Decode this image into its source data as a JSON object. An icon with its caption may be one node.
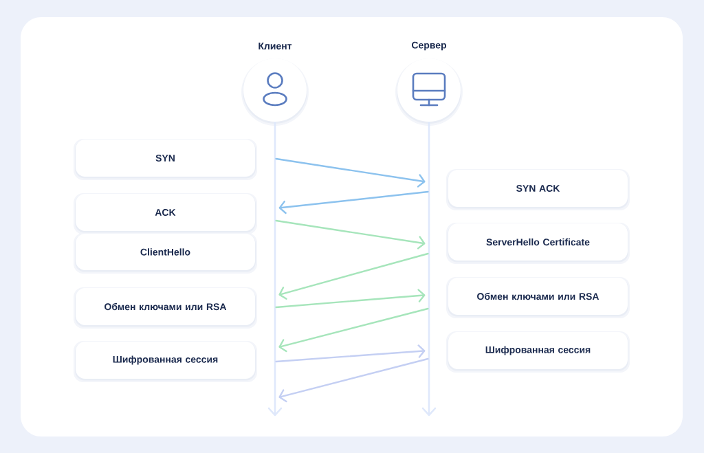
{
  "diagram": {
    "nodes": [
      {
        "text": [
          "Клиент"
        ]
      },
      {
        "text": [
          "Сервер"
        ]
      },
      {
        "text": [],
        "shape": "line"
      },
      {
        "text": [],
        "shape": "line"
      },
      {
        "text": [
          "SYN"
        ]
      },
      {
        "text": [
          "SYN ACK"
        ]
      },
      {
        "text": [
          "ACK"
        ]
      },
      {
        "text": [
          "ServerHello Certificate"
        ]
      },
      {
        "text": [
          "ClientHello"
        ]
      },
      {
        "text": [
          "Обмен ключами или RSA"
        ]
      },
      {
        "text": [
          "Обмен ключами или RSA"
        ]
      },
      {
        "text": [
          "Шифрованная сессия"
        ]
      },
      {
        "text": [
          "Шифрованная сессия"
        ]
      }
    ],
    "edges": [
      {
        "from": 2,
        "to": 3,
        "arrow": "to",
        "color": "#8cc2ee"
      },
      {
        "from": 3,
        "to": 2,
        "arrow": "to",
        "color": "#8cc2ee"
      },
      {
        "from": 2,
        "to": 3,
        "arrow": "to"
      },
      {
        "from": 3,
        "to": 2,
        "arrow": "to"
      },
      {
        "from": 2,
        "to": 3,
        "arrow": "to"
      },
      {
        "from": 3,
        "to": 2,
        "arrow": "to"
      },
      {
        "from": 2,
        "to": 3,
        "arrow": "to",
        "color": "#c4cff3"
      },
      {
        "from": 3,
        "to": 2,
        "arrow": "to",
        "color": "#c4cff3"
      }
    ]
  }
}
